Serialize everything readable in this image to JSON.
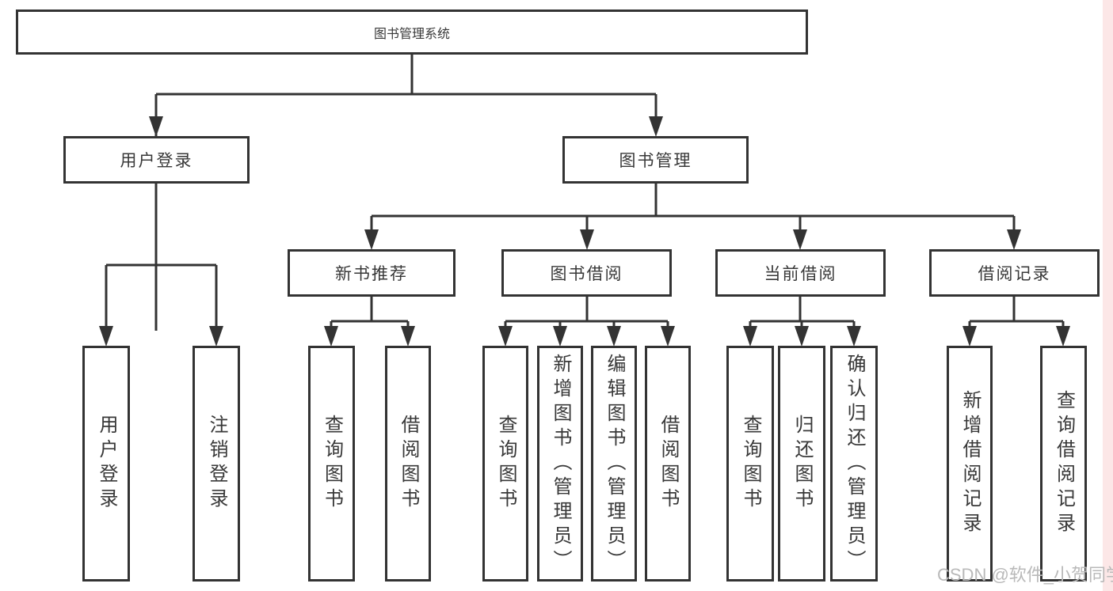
{
  "theme": {
    "line": "#333333",
    "text": "#383838",
    "boxbg": "#ffffff",
    "watermark": "#b9b9b9",
    "edge": "#fce7e7"
  },
  "watermark": {
    "text": "CSDN @软件_小贺同学"
  },
  "tree": {
    "root": {
      "label": "图书管理系统"
    },
    "branches": [
      {
        "label": "用户登录",
        "children": [
          {
            "label": "用户登录"
          },
          {
            "label": "注销登录"
          }
        ]
      },
      {
        "label": "图书管理",
        "groups": [
          {
            "label": "新书推荐",
            "children": [
              {
                "label": "查询图书"
              },
              {
                "label": "借阅图书"
              }
            ]
          },
          {
            "label": "图书借阅",
            "children": [
              {
                "label": "查询图书"
              },
              {
                "label": "新增图书（管理员）"
              },
              {
                "label": "编辑图书（管理员）"
              },
              {
                "label": "借阅图书"
              }
            ]
          },
          {
            "label": "当前借阅",
            "children": [
              {
                "label": "查询图书"
              },
              {
                "label": "归还图书"
              },
              {
                "label": "确认归还（管理员）"
              }
            ]
          },
          {
            "label": "借阅记录",
            "children": [
              {
                "label": "新增借阅记录"
              },
              {
                "label": "查询借阅记录"
              }
            ]
          }
        ]
      }
    ]
  }
}
